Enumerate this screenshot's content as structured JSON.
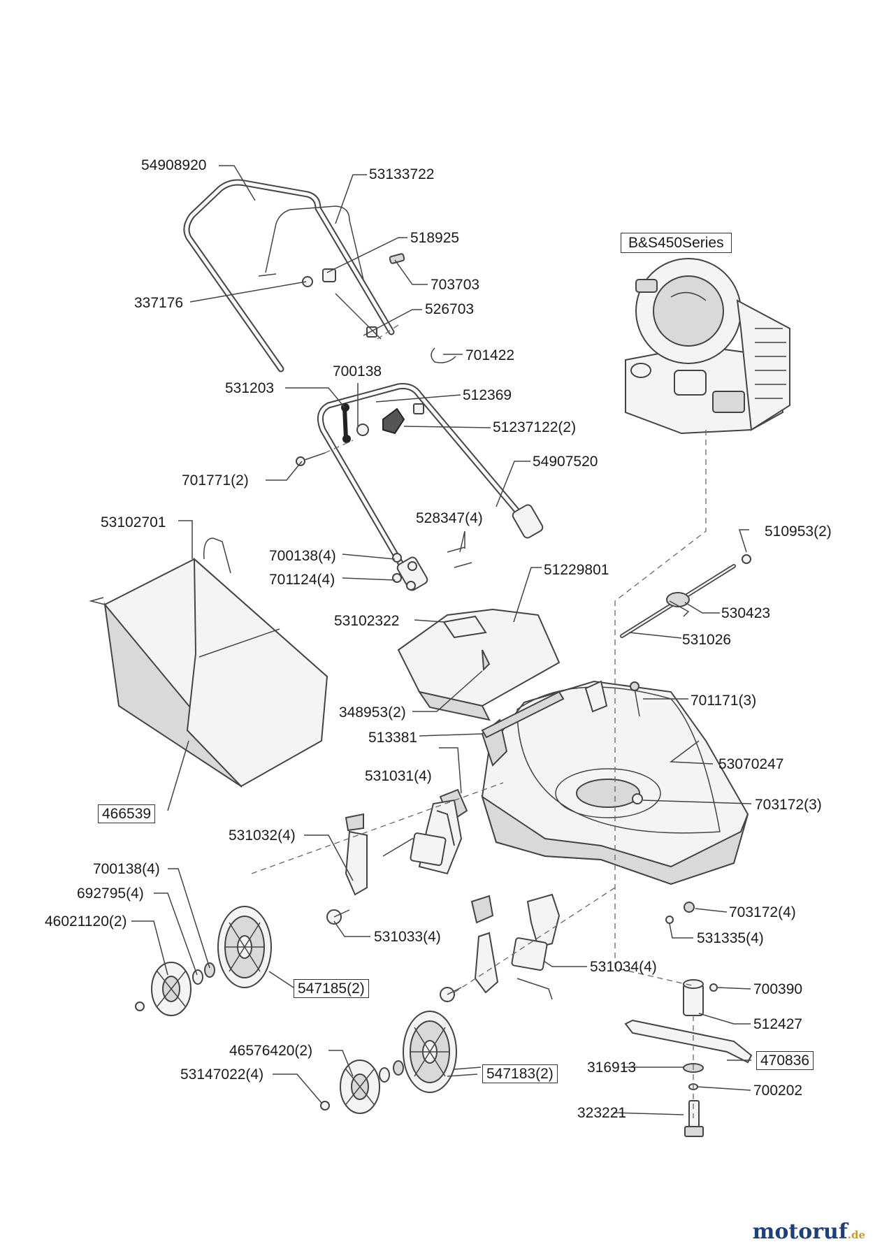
{
  "labels": {
    "l54908920": "54908920",
    "l53133722": "53133722",
    "l518925": "518925",
    "l703703": "703703",
    "l337176": "337176",
    "l526703": "526703",
    "l701422": "701422",
    "l700138a": "700138",
    "l531203": "531203",
    "l512369": "512369",
    "l51237122": "51237122(2)",
    "l701771": "701771(2)",
    "l54907520": "54907520",
    "l53102701": "53102701",
    "l528347": "528347(4)",
    "l700138b": "700138(4)",
    "l701124": "701124(4)",
    "l51229801": "51229801",
    "l53102322": "53102322",
    "l510953": "510953(2)",
    "l530423": "530423",
    "l531026": "531026",
    "l348953": "348953(2)",
    "l701171": "701171(3)",
    "l513381": "513381",
    "l53070247": "53070247",
    "l531031": "531031(4)",
    "l703172a": "703172(3)",
    "l466539": "466539",
    "l531032": "531032(4)",
    "l700138c": "700138(4)",
    "l692795": "692795(4)",
    "l46021120": "46021120(2)",
    "l703172b": "703172(4)",
    "l531033": "531033(4)",
    "l531335": "531335(4)",
    "l531034": "531034(4)",
    "l547185": "547185(2)",
    "l700390": "700390",
    "l512427": "512427",
    "l46576420": "46576420(2)",
    "l316913": "316913",
    "l470836": "470836",
    "l53147022": "53147022(4)",
    "l547183": "547183(2)",
    "l700202": "700202",
    "l323221": "323221",
    "engine": "B&S450Series"
  },
  "watermark": {
    "main": "motoruf",
    "suffix": ".de"
  }
}
